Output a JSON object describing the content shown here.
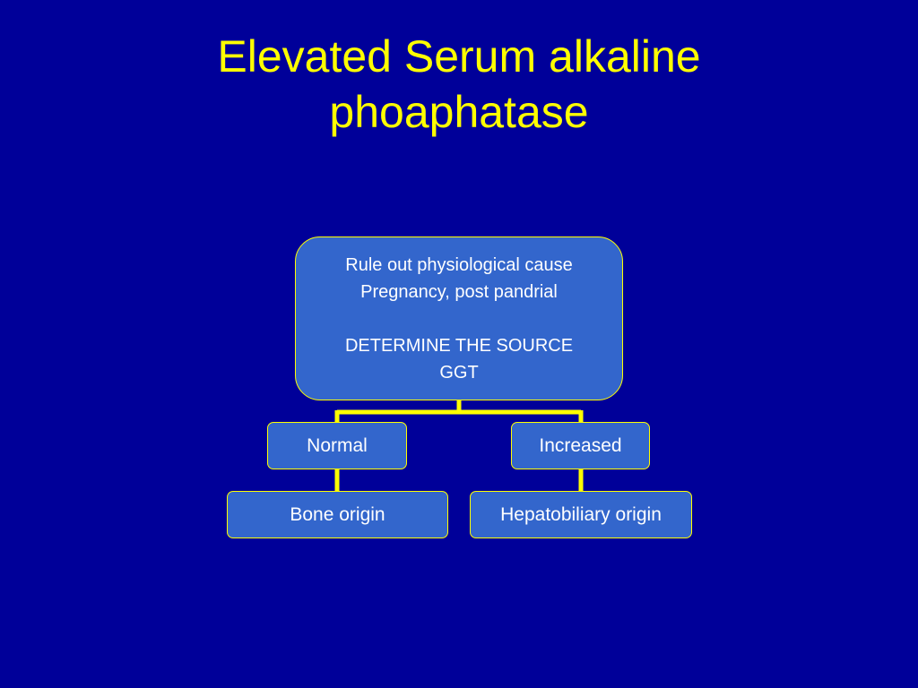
{
  "title": {
    "line1": "Elevated Serum alkaline",
    "line2": "phoaphatase"
  },
  "colors": {
    "background": "#000099",
    "title": "#FFFF00",
    "node_fill": "#3366CC",
    "connector": "#FFFF00",
    "node_text": "#FFFFFF"
  },
  "diagram": {
    "root": {
      "line1": "Rule out physiological cause",
      "line2": "Pregnancy, post pandrial",
      "line3": "DETERMINE THE SOURCE",
      "line4": "GGT"
    },
    "normal": "Normal",
    "increased": "Increased",
    "bone": "Bone origin",
    "hepato": "Hepatobiliary origin"
  }
}
